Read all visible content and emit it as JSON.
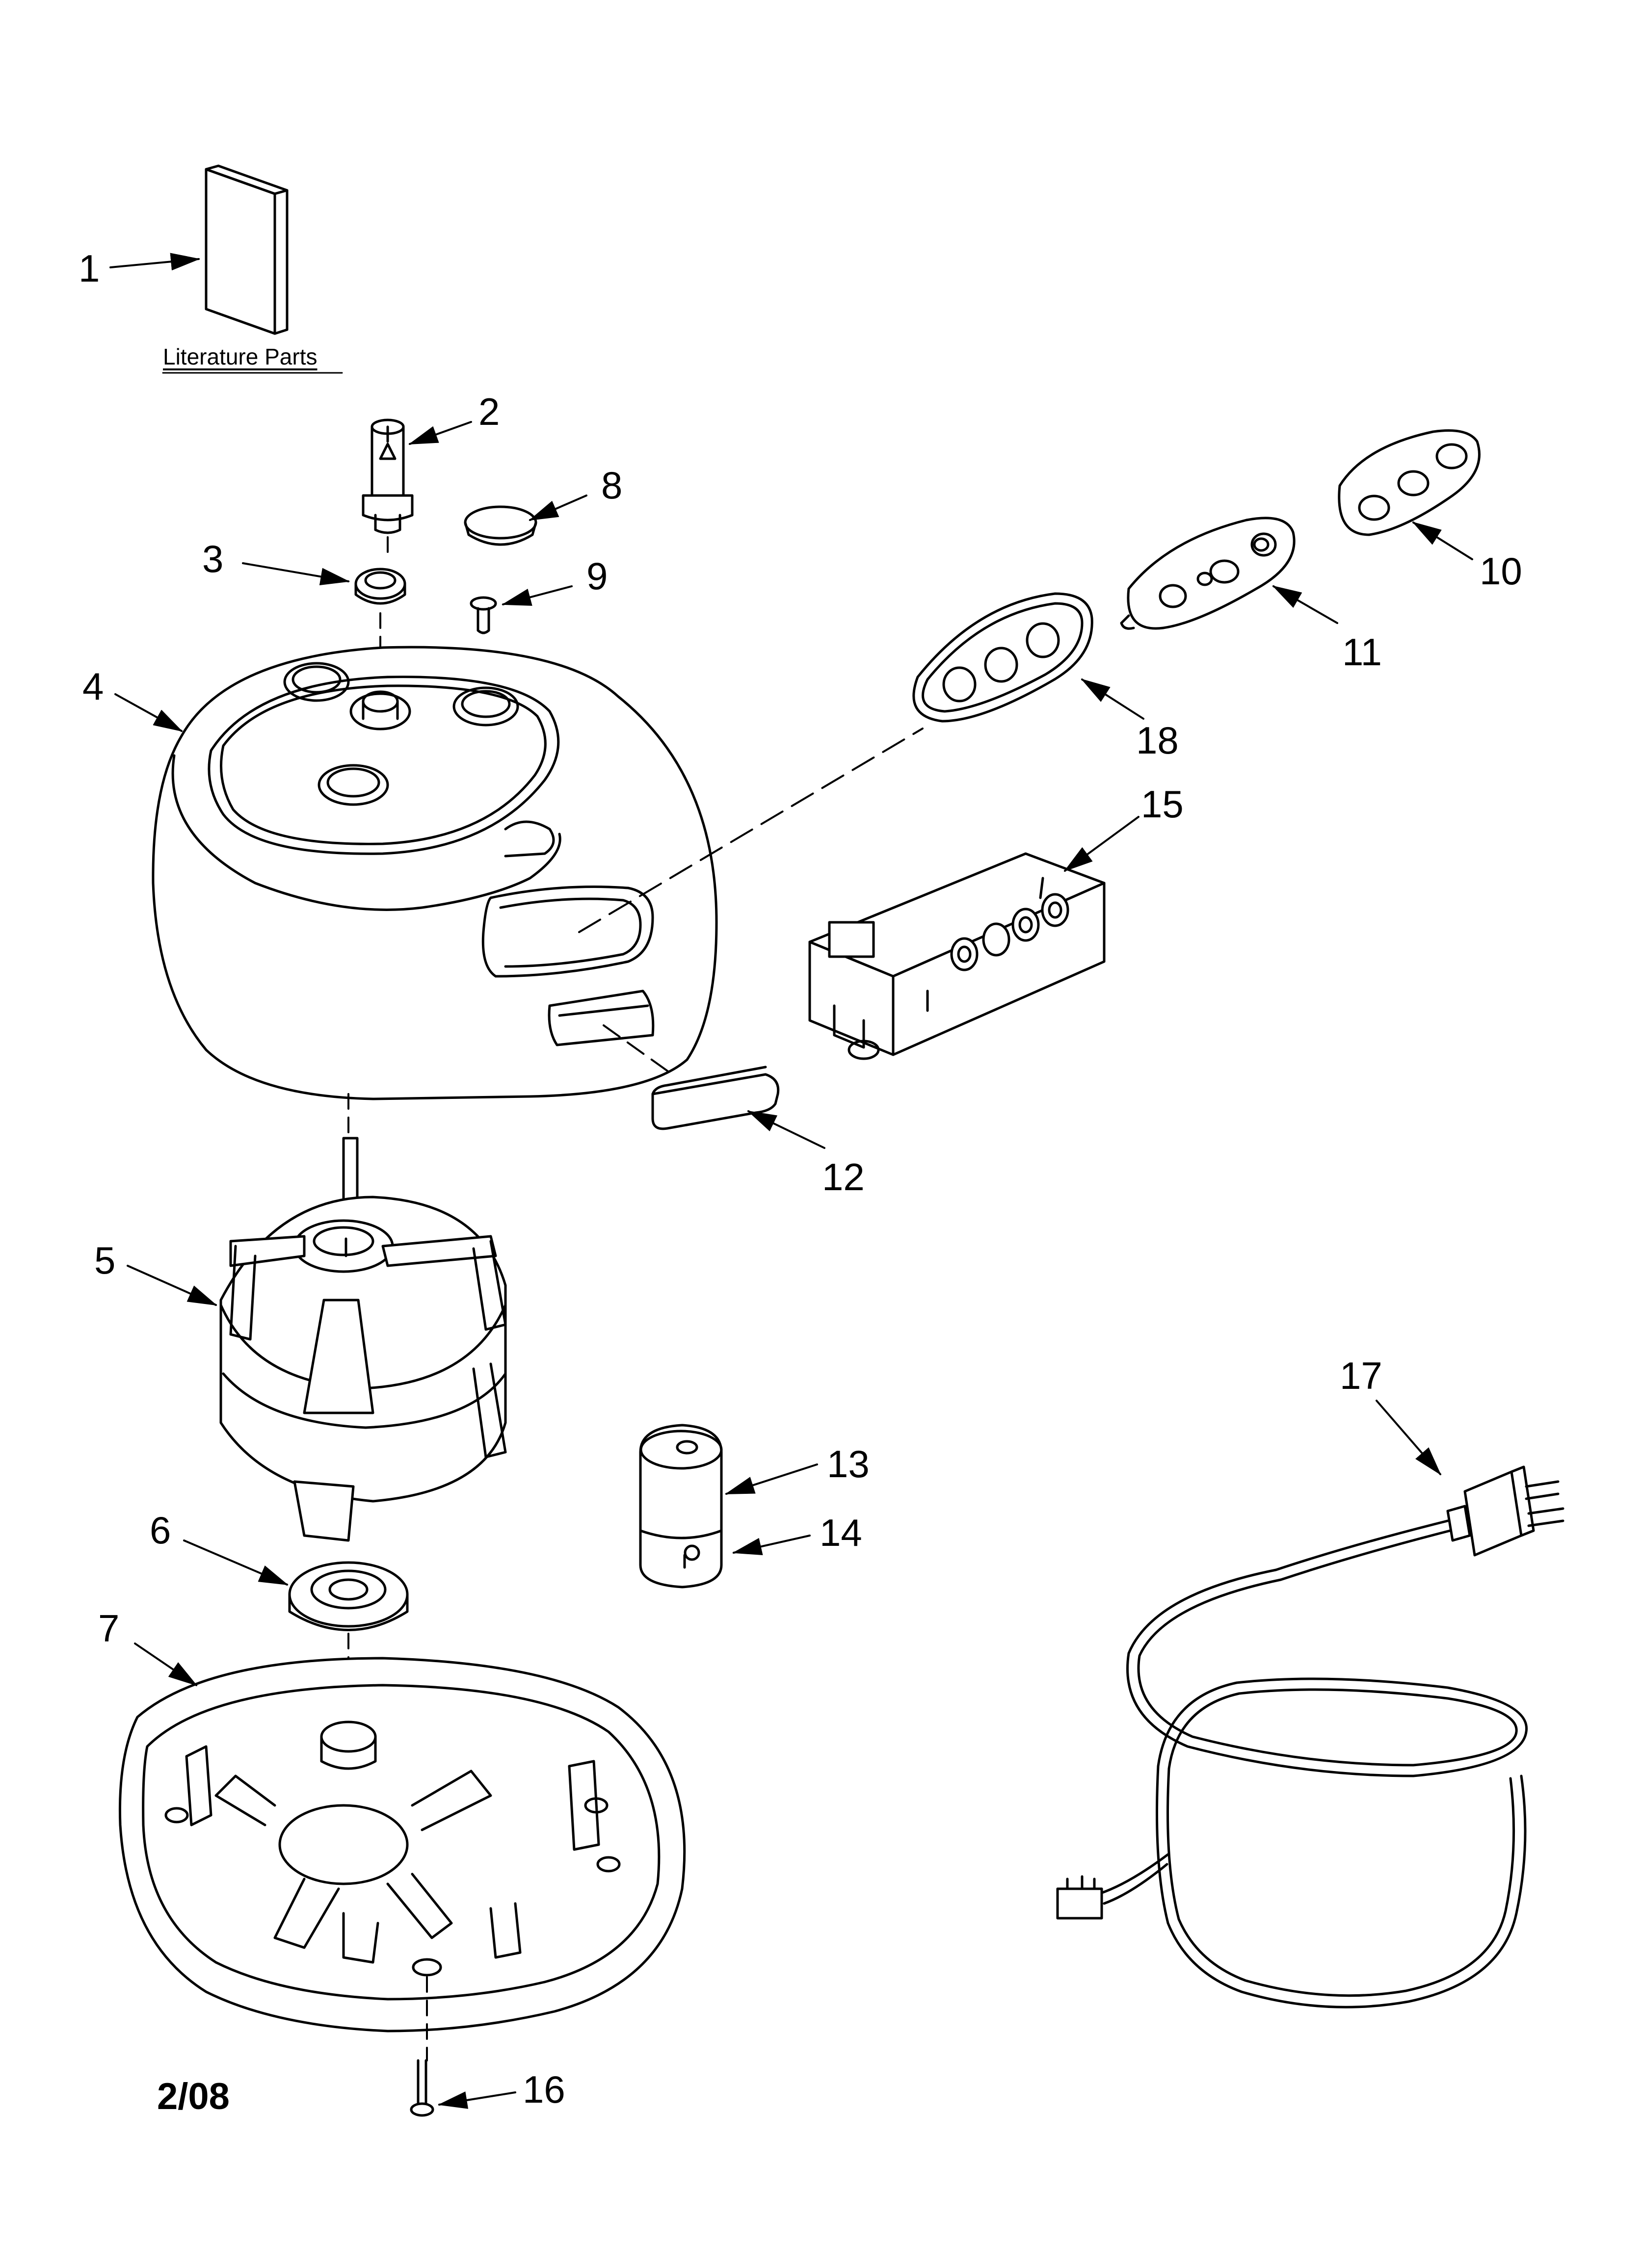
{
  "diagram": {
    "literature_label": "Literature Parts",
    "date_code": "2/08",
    "callouts": [
      {
        "id": "c1",
        "label": "1"
      },
      {
        "id": "c2",
        "label": "2"
      },
      {
        "id": "c3",
        "label": "3"
      },
      {
        "id": "c4",
        "label": "4"
      },
      {
        "id": "c5",
        "label": "5"
      },
      {
        "id": "c6",
        "label": "6"
      },
      {
        "id": "c7",
        "label": "7"
      },
      {
        "id": "c8",
        "label": "8"
      },
      {
        "id": "c9",
        "label": "9"
      },
      {
        "id": "c10",
        "label": "10"
      },
      {
        "id": "c11",
        "label": "11"
      },
      {
        "id": "c12",
        "label": "12"
      },
      {
        "id": "c13",
        "label": "13"
      },
      {
        "id": "c14",
        "label": "14"
      },
      {
        "id": "c15",
        "label": "15"
      },
      {
        "id": "c16",
        "label": "16"
      },
      {
        "id": "c17",
        "label": "17"
      },
      {
        "id": "c18",
        "label": "18"
      }
    ]
  }
}
